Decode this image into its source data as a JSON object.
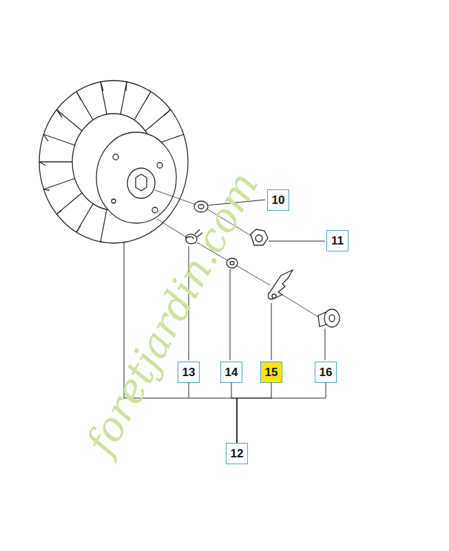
{
  "diagram": {
    "nodes": [
      {
        "text": [
          "10"
        ]
      },
      {
        "text": [
          "11"
        ]
      },
      {
        "text": [
          "13"
        ]
      },
      {
        "text": [
          "14"
        ]
      },
      {
        "text": [
          "15"
        ]
      },
      {
        "text": [
          "16"
        ]
      },
      {
        "text": [
          "12"
        ]
      }
    ],
    "edges": [
      {
        "from": 2,
        "to": 6,
        "arrow": "none"
      },
      {
        "from": 3,
        "to": 6,
        "arrow": "none"
      },
      {
        "from": 4,
        "to": 6,
        "arrow": "none"
      },
      {
        "from": 5,
        "to": 6,
        "arrow": "none"
      }
    ],
    "labels": [
      "foretjardin.com"
    ]
  }
}
